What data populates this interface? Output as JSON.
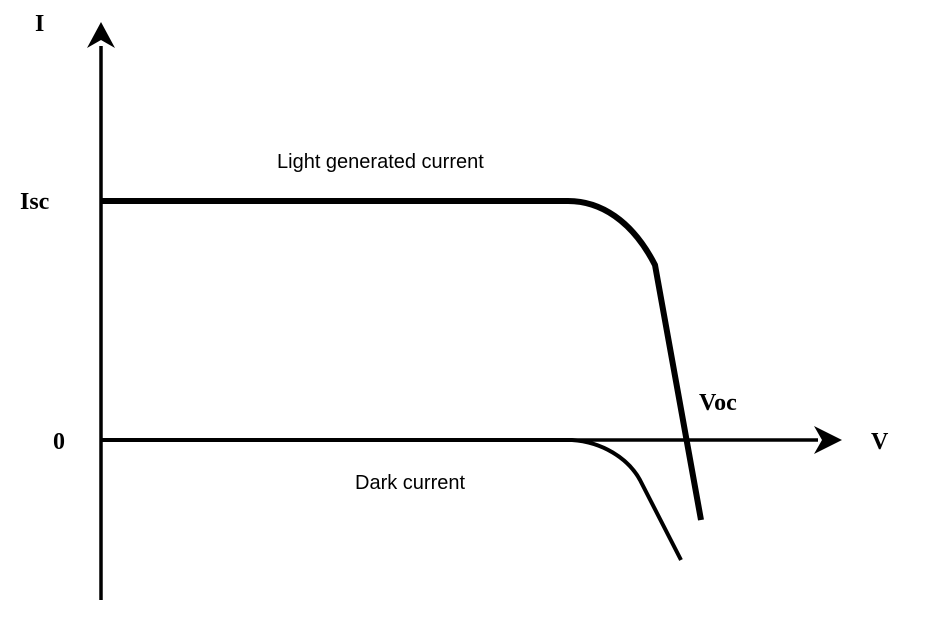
{
  "labels": {
    "y_axis": "I",
    "x_axis": "V",
    "isc": "Isc",
    "zero": "0",
    "voc": "Voc",
    "light_curve": "Light generated current",
    "dark_curve": "Dark current"
  }
}
